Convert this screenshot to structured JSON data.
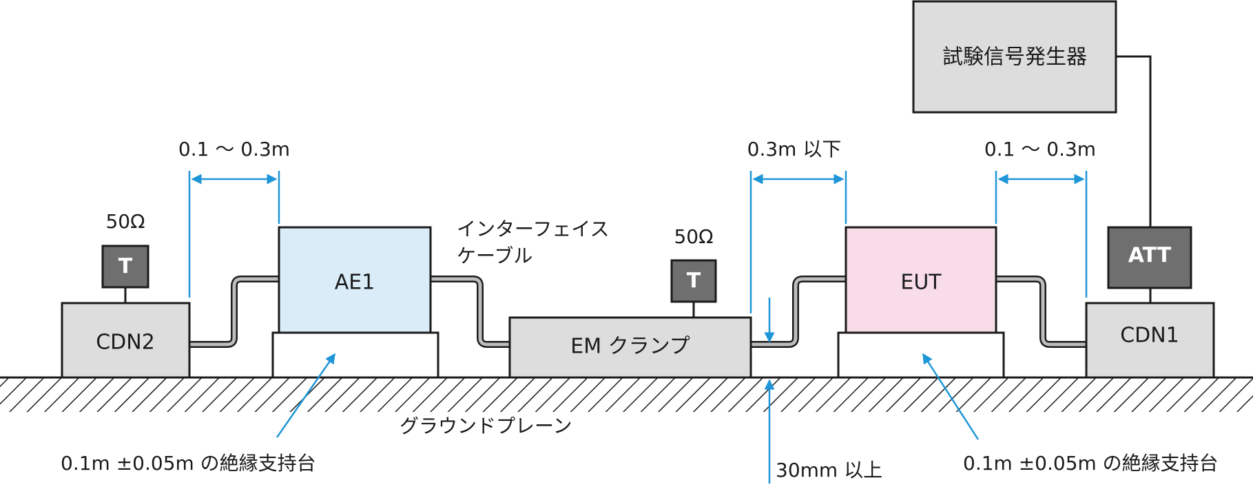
{
  "signal_generator": "試験信号発生器",
  "att": "ATT",
  "cdn1": "CDN1",
  "cdn2": "CDN2",
  "eut": "EUT",
  "ae1": "AE1",
  "em_clamp": "EM クランプ",
  "terminator_label": "T",
  "impedance_left": "50Ω",
  "impedance_mid": "50Ω",
  "interface_cable_line1": "インターフェイス",
  "interface_cable_line2": "ケーブル",
  "dim_left": "0.1 〜 0.3m",
  "dim_mid": "0.3m 以下",
  "dim_right": "0.1 〜 0.3m",
  "ground_plane": "グラウンドプレーン",
  "support_left": "0.1m ±0.05m の絶縁支持台",
  "support_right": "0.1m ±0.05m の絶縁支持台",
  "height_min": "30mm 以上",
  "colors": {
    "box_gray": "#dddddd",
    "dark_gray": "#6f6f6f",
    "ae1_fill": "#d9ecf8",
    "eut_fill": "#f8dde9",
    "dimension_blue": "#1e96d7",
    "outline": "#1a1a1a"
  }
}
